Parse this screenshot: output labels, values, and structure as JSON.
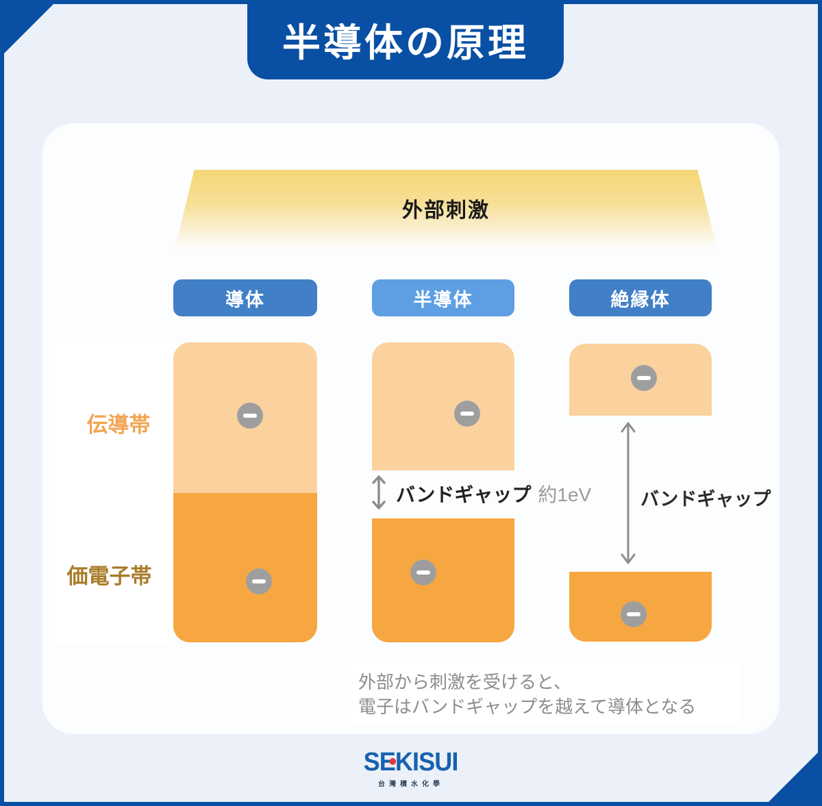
{
  "title": "半導体の原理",
  "stimulus_label": "外部刺激",
  "columns": [
    {
      "label": "導体"
    },
    {
      "label": "半導体"
    },
    {
      "label": "絶縁体"
    }
  ],
  "band_labels": {
    "conduction": "伝導帯",
    "valence": "価電子帯"
  },
  "bandgap": {
    "semiconductor_label": "バンドギャップ",
    "semiconductor_value": "約1eV",
    "insulator_label": "バンドギャップ"
  },
  "caption": {
    "line1": "外部から刺激を受けると、",
    "line2": "電子はバンドギャップを越えて導体となる"
  },
  "logo": {
    "part1": "S",
    "part2": "E",
    "part3": "KISUI",
    "subtext": "台灣積水化學"
  },
  "colors": {
    "navy": "#0950a4",
    "panel_blue": "#ecf1f9",
    "card_white": "#fcfdff",
    "band_light_orange": "#fbd19e",
    "band_dark_orange": "#f7a742",
    "pill_blue": "#417fc6",
    "pill_light_blue": "#5d9fe2",
    "stimulus_yellow": "#f5d676",
    "electron_gray": "#9e9e9e",
    "conduction_label_orange": "#f2a452",
    "valence_label_brown": "#a87b28",
    "caption_gray": "#8c8c8c",
    "logo_blue": "#1862ae",
    "logo_red": "#e23b38"
  }
}
